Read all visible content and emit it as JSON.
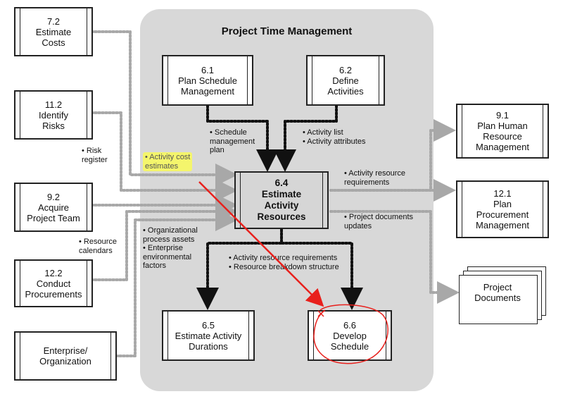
{
  "group": {
    "title": "Project Time Management"
  },
  "processes": {
    "p72": {
      "num": "7.2",
      "title": "Estimate\nCosts"
    },
    "p112": {
      "num": "11.2",
      "title": "Identify\nRisks"
    },
    "p92": {
      "num": "9.2",
      "title": "Acquire\nProject Team"
    },
    "p122": {
      "num": "12.2",
      "title": "Conduct\nProcurements"
    },
    "eo": {
      "title": "Enterprise/\nOrganization"
    },
    "p61": {
      "num": "6.1",
      "title": "Plan Schedule\nManagement"
    },
    "p62": {
      "num": "6.2",
      "title": "Define\nActivities"
    },
    "p64": {
      "num": "6.4",
      "title": "Estimate\nActivity\nResources"
    },
    "p65": {
      "num": "6.5",
      "title": "Estimate Activity\nDurations"
    },
    "p66": {
      "num": "6.6",
      "title": "Develop\nSchedule"
    },
    "p91": {
      "num": "9.1",
      "title": "Plan Human\nResource\nManagement"
    },
    "p121": {
      "num": "12.1",
      "title": "Plan\nProcurement\nManagement"
    }
  },
  "documents": {
    "title": "Project\nDocuments"
  },
  "flows": {
    "schedule_mgmt_plan": "• Schedule\n  management\n  plan",
    "activity_list": "• Activity list\n• Activity attributes",
    "risk_register": "• Risk\n  register",
    "activity_cost": "• Activity cost\n  estimates",
    "resource_calendars": "• Resource\n  calendars",
    "org_assets": "• Organizational\n  process assets\n• Enterprise\n  environmental\n  factors",
    "act_res_req_out": "• Activity resource\n  requirements",
    "proj_docs_updates": "• Project documents\n  updates",
    "act_res_req_down": "• Activity resource requirements\n• Resource breakdown structure"
  },
  "colors": {
    "annotation": "#e8201c",
    "highlight": "#f4f56c",
    "group_bg": "#d8d8d8",
    "center_box": "#d6d6d6"
  }
}
